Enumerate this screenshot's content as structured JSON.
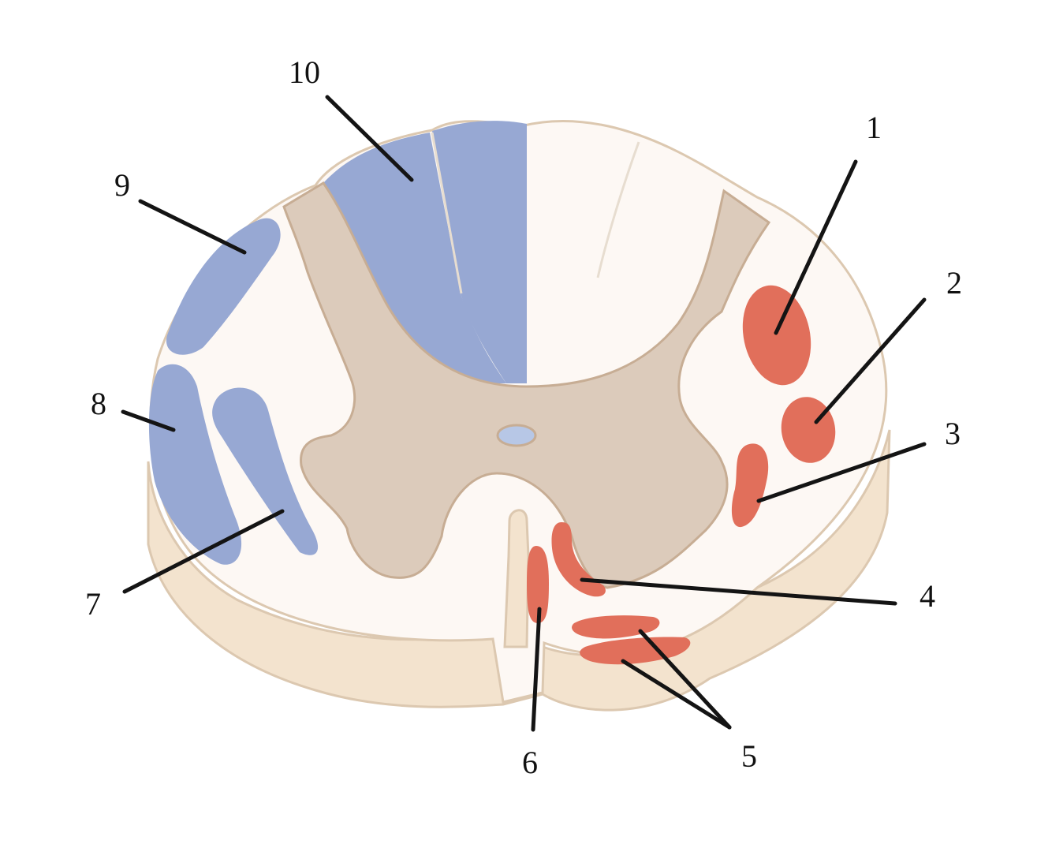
{
  "colors": {
    "background": "#ffffff",
    "white_matter": "#fdf8f4",
    "cut_edge": "#f3e3ce",
    "outline": "#dcc8b0",
    "grey_matter": "#dccbbb",
    "grey_outline": "#c7ad94",
    "ascending_tract": "#97a8d3",
    "descending_tract": "#e16f5b",
    "central_canal": "#b7c7e6",
    "leader": "#141414",
    "label": "#111111"
  },
  "labels": [
    {
      "id": "1",
      "text": "1",
      "tract": "descending"
    },
    {
      "id": "2",
      "text": "2",
      "tract": "descending"
    },
    {
      "id": "3",
      "text": "3",
      "tract": "descending"
    },
    {
      "id": "4",
      "text": "4",
      "tract": "descending"
    },
    {
      "id": "5",
      "text": "5",
      "tract": "descending"
    },
    {
      "id": "6",
      "text": "6",
      "tract": "descending"
    },
    {
      "id": "7",
      "text": "7",
      "tract": "ascending"
    },
    {
      "id": "8",
      "text": "8",
      "tract": "ascending"
    },
    {
      "id": "9",
      "text": "9",
      "tract": "ascending"
    },
    {
      "id": "10",
      "text": "10",
      "tract": "ascending"
    }
  ]
}
